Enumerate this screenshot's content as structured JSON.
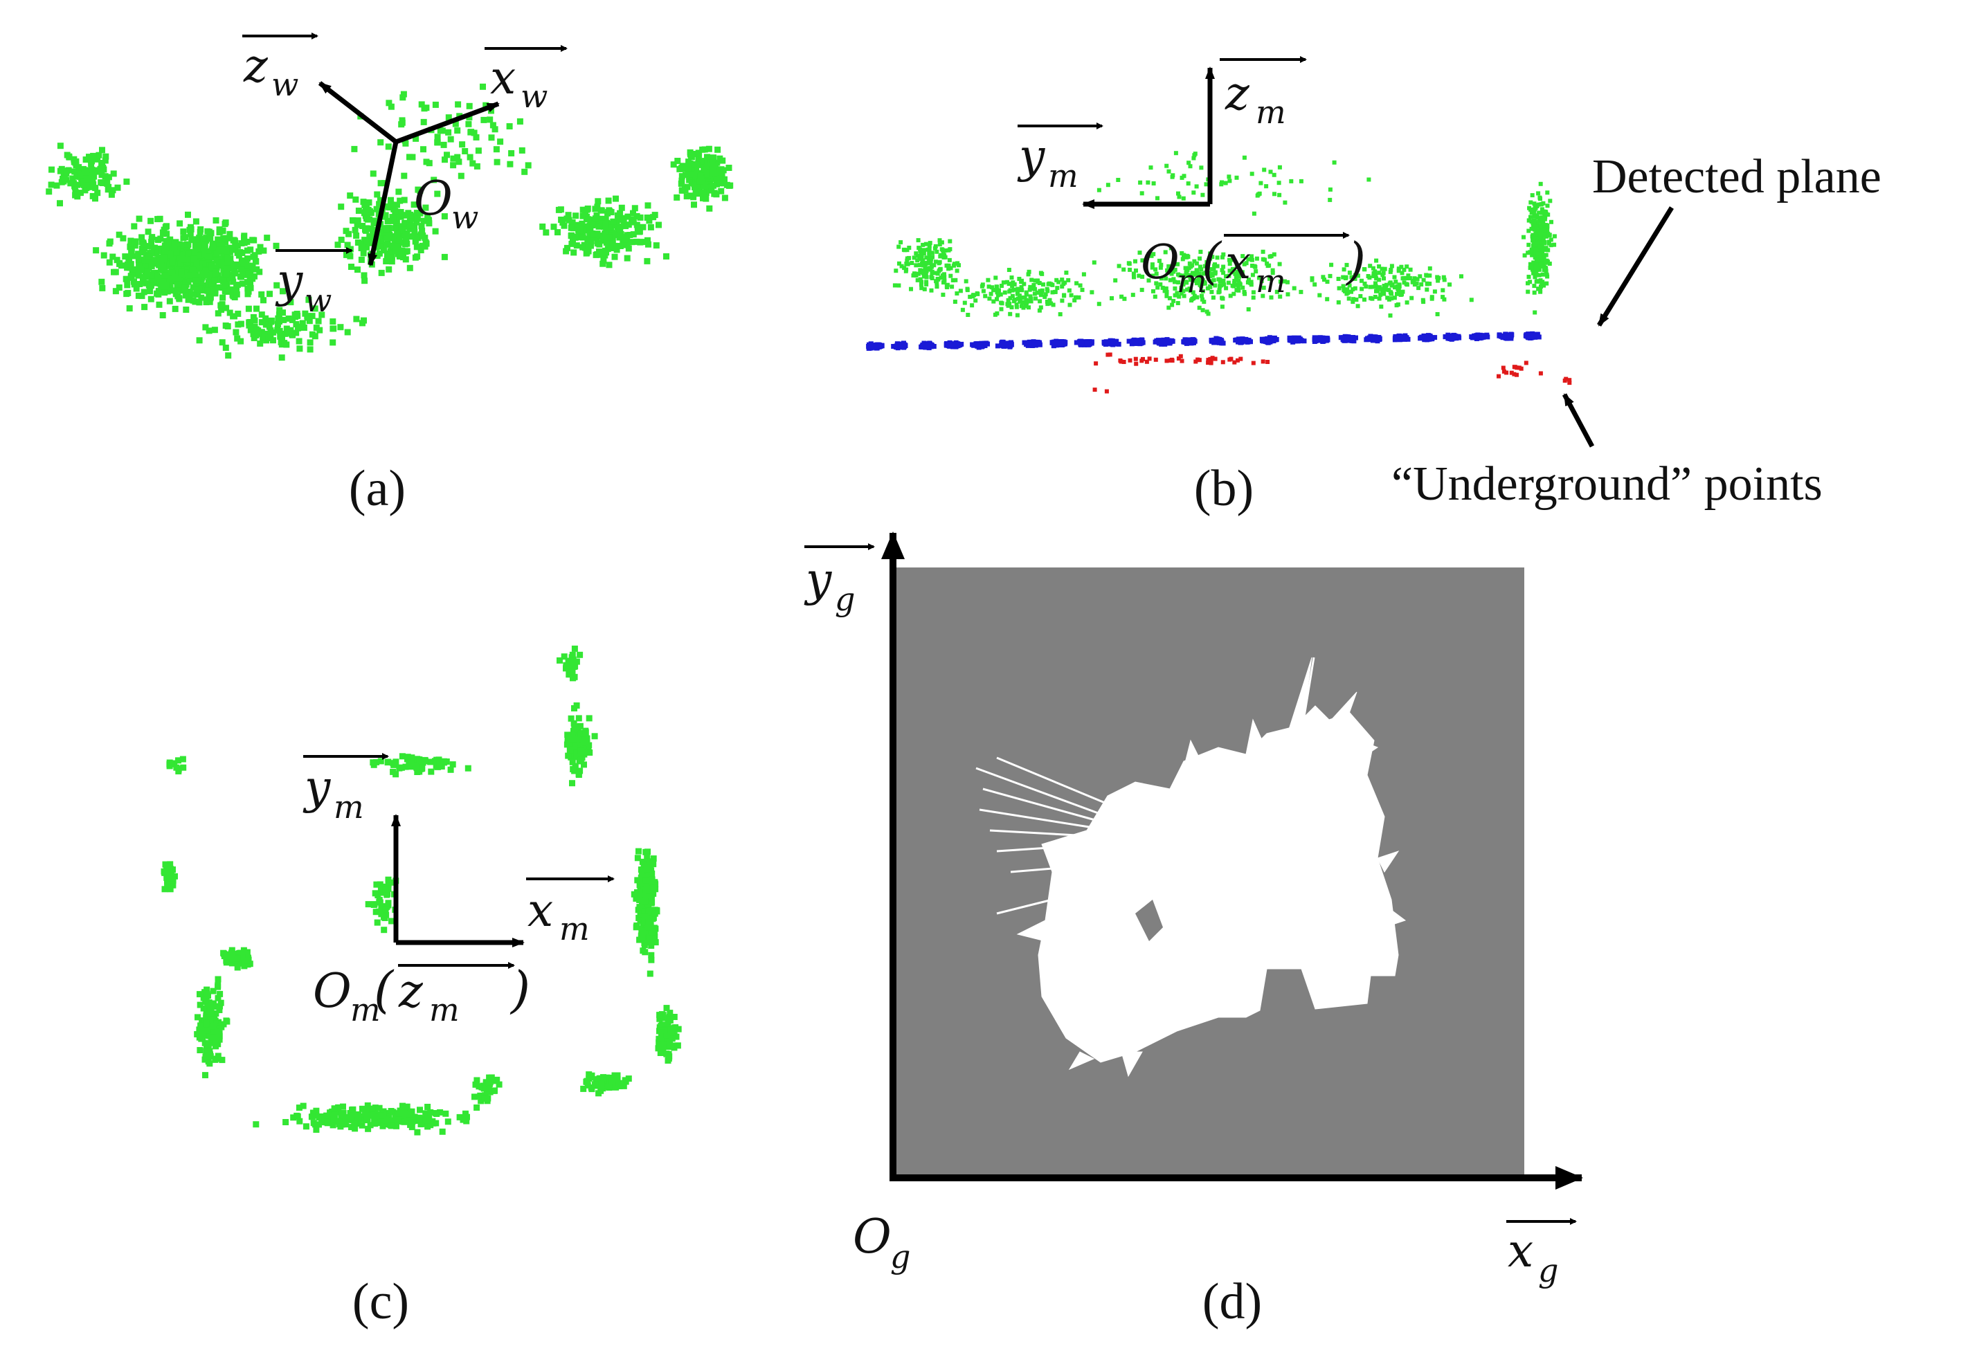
{
  "colors": {
    "cloud": "#33e633",
    "plane": "#1a1ad6",
    "underground": "#e01a1a",
    "axis": "#000000",
    "grid_bg": "#808080",
    "free_space": "#ffffff"
  },
  "panels": {
    "a": {
      "caption": "(a)",
      "axes": {
        "z": {
          "base": "z",
          "sub": "w"
        },
        "x": {
          "base": "x",
          "sub": "w"
        },
        "y": {
          "base": "y",
          "sub": "w"
        },
        "origin": {
          "base": "O",
          "sub": "w"
        }
      }
    },
    "b": {
      "caption": "(b)",
      "axes": {
        "z": {
          "base": "z",
          "sub": "m"
        },
        "y": {
          "base": "y",
          "sub": "m"
        },
        "origin": {
          "base": "O",
          "sub": "m",
          "paren_base": "x",
          "paren_sub": "m"
        }
      },
      "annotations": {
        "plane": "Detected plane",
        "underground": "“Underground” points"
      }
    },
    "c": {
      "caption": "(c)",
      "axes": {
        "y": {
          "base": "y",
          "sub": "m"
        },
        "x": {
          "base": "x",
          "sub": "m"
        },
        "origin": {
          "base": "O",
          "sub": "m",
          "paren_base": "z",
          "paren_sub": "m"
        }
      }
    },
    "d": {
      "caption": "(d)",
      "axes": {
        "y": {
          "base": "y",
          "sub": "g"
        },
        "x": {
          "base": "x",
          "sub": "g"
        },
        "origin": {
          "base": "O",
          "sub": "g"
        }
      }
    }
  }
}
